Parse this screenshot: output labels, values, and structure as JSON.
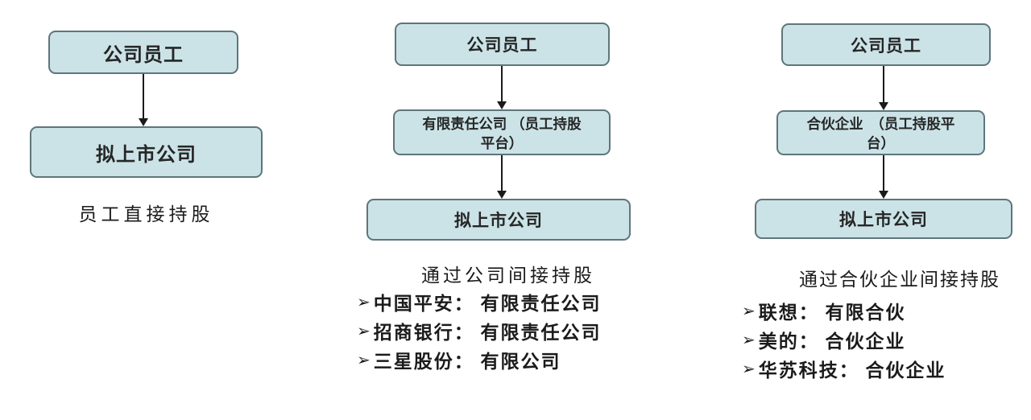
{
  "colors": {
    "background": "#ffffff",
    "box_fill": "#cbe3e7",
    "box_border": "#5f757b",
    "box_text": "#262626",
    "text": "#1b1b1b",
    "arrow": "#1a1a1a"
  },
  "bullet_marker": "➢",
  "columns": [
    {
      "boxes": [
        "公司员工",
        "拟上市公司"
      ],
      "caption": "员工直接持股",
      "bullets": []
    },
    {
      "boxes": [
        "公司员工",
        "有限责任公司 （员工持股平台）",
        "拟上市公司"
      ],
      "caption": "通过公司间接持股",
      "bullets": [
        "中国平安： 有限责任公司",
        "招商银行： 有限责任公司",
        "三星股份： 有限公司"
      ]
    },
    {
      "boxes": [
        "公司员工",
        "合伙企业　（员工持股平台）",
        "拟上市公司"
      ],
      "caption": "通过合伙企业间接持股",
      "bullets": [
        "联想： 有限合伙",
        "美的： 合伙企业",
        "华苏科技： 合伙企业"
      ]
    }
  ]
}
